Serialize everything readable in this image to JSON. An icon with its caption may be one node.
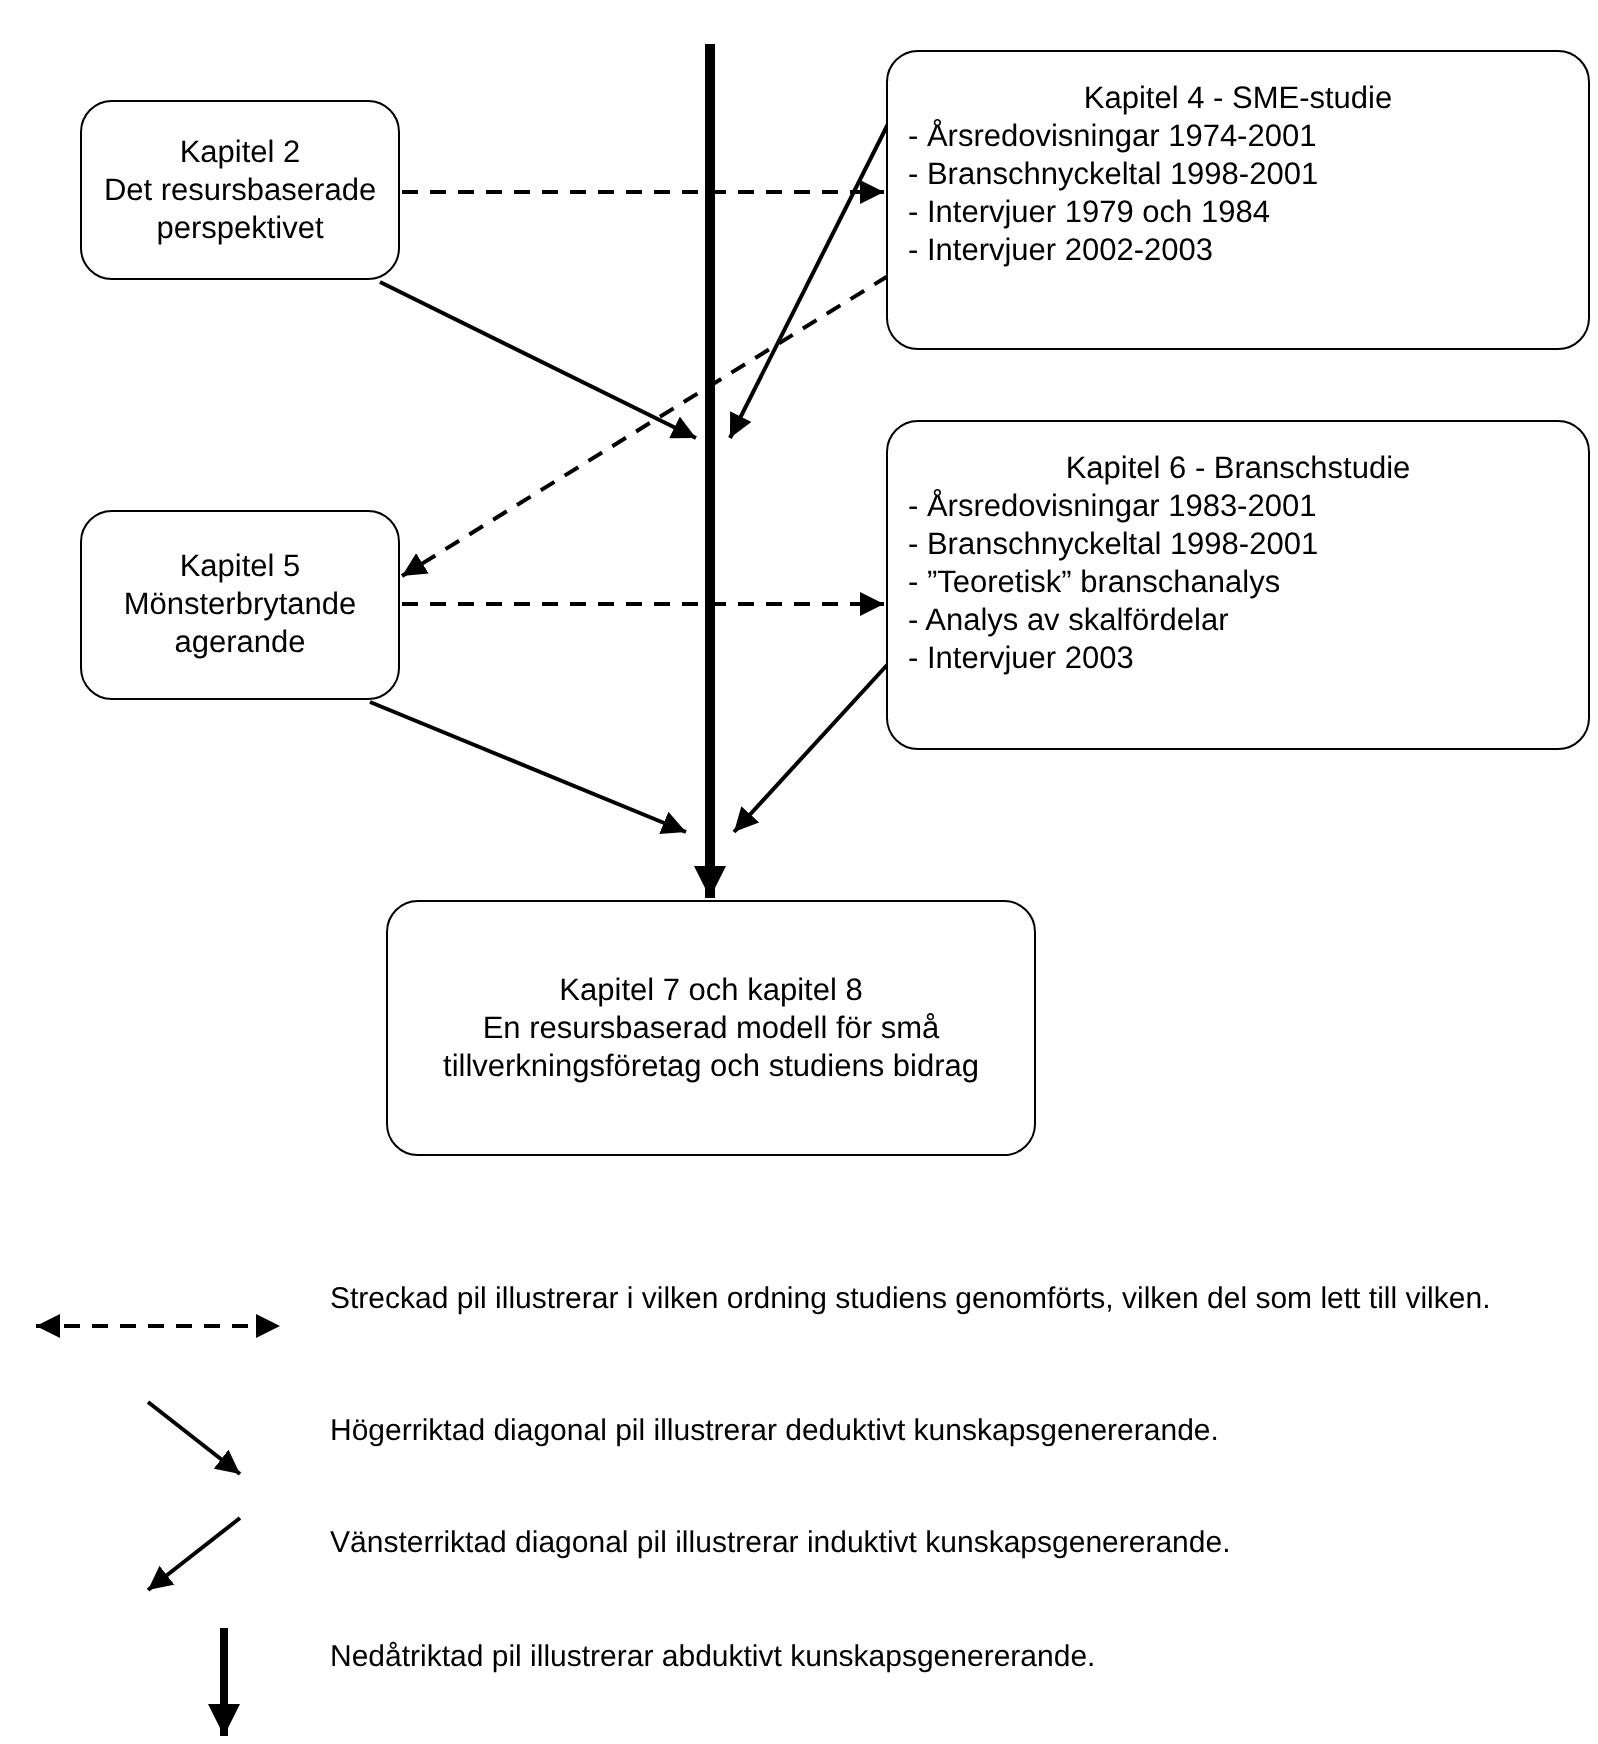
{
  "diagram": {
    "nodes": [
      {
        "text": [
          "Kapitel 2",
          "Det resursbaserade perspektivet"
        ]
      },
      {
        "text": [
          "Kapitel 4 - SME-studie",
          "- Årsredovisningar 1974-2001",
          "- Branschnyckeltal 1998-2001",
          "- Intervjuer 1979 och 1984",
          "- Intervjuer 2002-2003"
        ]
      },
      {
        "text": [
          "Kapitel 5",
          "Mönsterbrytande agerande"
        ]
      },
      {
        "text": [
          "Kapitel 6 - Branschstudie",
          "- Årsredovisningar 1983-2001",
          "- Branschnyckeltal 1998-2001",
          "- ”Teoretisk” branschanalys",
          "- Analys av skalfördelar",
          "- Intervjuer 2003"
        ]
      },
      {
        "text": [
          "Kapitel 7 och kapitel 8",
          "En resursbaserad modell för små tillverkningsföretag och studiens bidrag"
        ]
      }
    ],
    "edges": [
      {
        "from": null,
        "to": 4,
        "arrow": "to",
        "style": "thick"
      },
      {
        "from": 0,
        "to": null,
        "arrow": "to"
      },
      {
        "from": 1,
        "to": null,
        "arrow": "to"
      },
      {
        "from": 0,
        "to": 1,
        "arrow": "to",
        "style": "dashed"
      },
      {
        "from": 1,
        "to": 2,
        "arrow": "to",
        "style": "dashed"
      },
      {
        "from": 2,
        "to": 3,
        "arrow": "to",
        "style": "dashed"
      },
      {
        "from": 2,
        "to": null,
        "arrow": "to"
      },
      {
        "from": 3,
        "to": null,
        "arrow": "to"
      }
    ],
    "legend": [
      {
        "text": "Streckad pil illustrerar i vilken ordning studiens genomförts, vilken del som lett till vilken."
      },
      {
        "text": "Högerriktad diagonal pil illustrerar deduktivt kunskapsgenererande."
      },
      {
        "text": "Vänsterriktad diagonal pil illustrerar induktivt kunskapsgenererande."
      },
      {
        "text": "Nedåtriktad pil illustrerar abduktivt kunskapsgenererande."
      }
    ]
  }
}
